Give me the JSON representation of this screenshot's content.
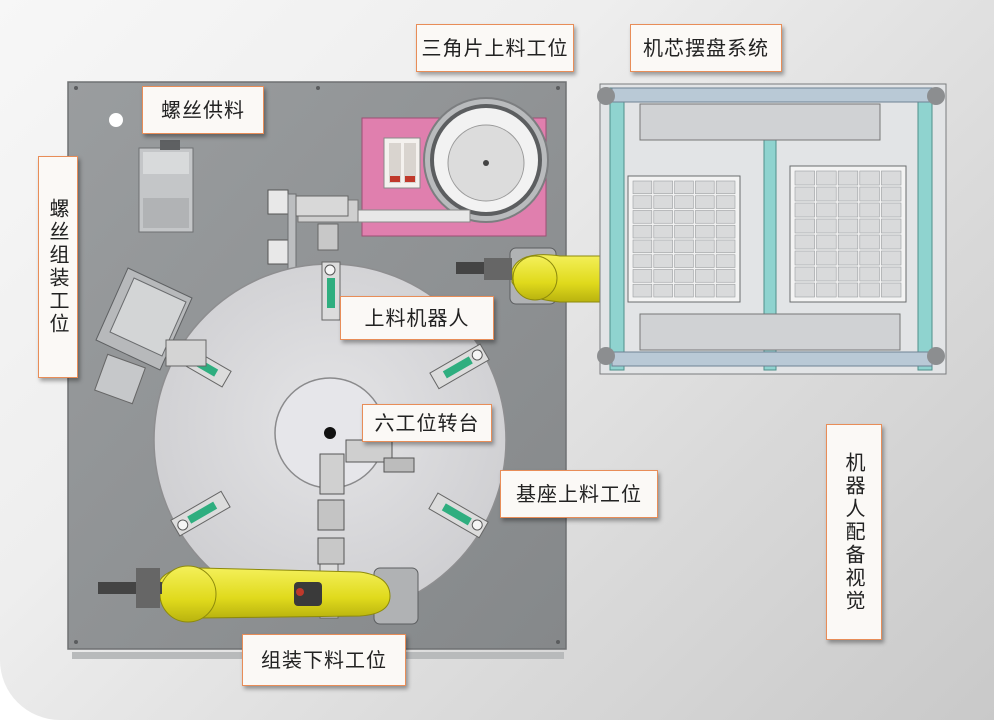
{
  "labels": {
    "screw_feed": "螺丝供料",
    "triangle_feed": "三角片上料工位",
    "core_tray": "机芯摆盘系统",
    "screw_assembly": "螺丝组装工位",
    "loading_robot": "上料机器人",
    "six_station_turntable": "六工位转台",
    "base_feed": "基座上料工位",
    "assembly_unload": "组装下料工位",
    "robot_vision": "机器人配备视觉"
  },
  "colors": {
    "robot_yellow": "#e6e024",
    "callout_border": "#e88d58",
    "plate_gray": "#8f9294",
    "turntable": "#d6d6d8",
    "tray_frame": "#8fd3cf",
    "feeder_pink": "#e07fae"
  }
}
